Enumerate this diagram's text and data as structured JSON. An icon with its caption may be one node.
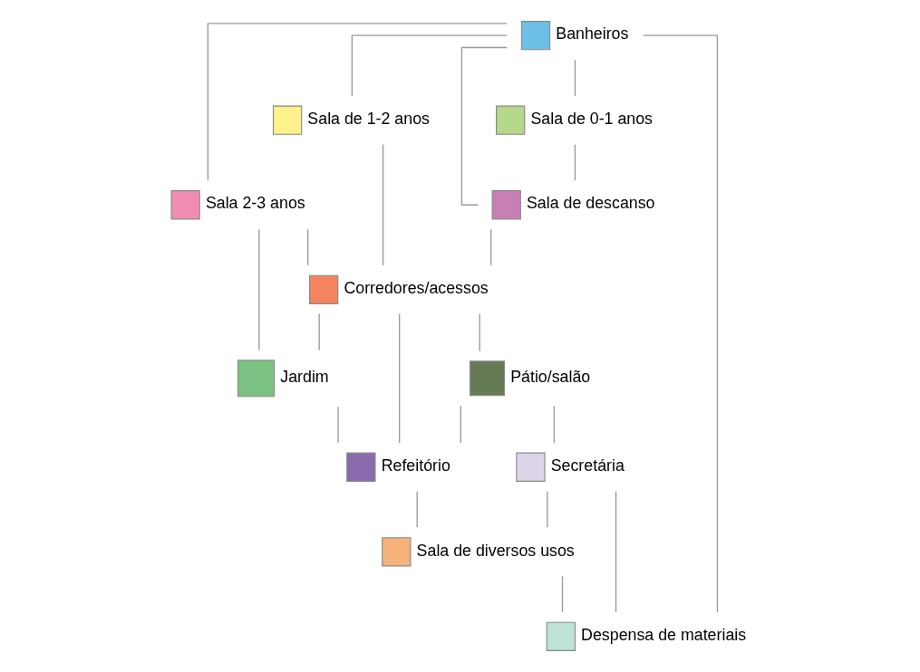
{
  "diagram": {
    "nodes": [
      {
        "text": [
          "Banheiros"
        ]
      },
      {
        "text": [
          "Sala 2-3 anos"
        ]
      },
      {
        "text": [
          "Sala de 1-2 anos"
        ]
      },
      {
        "text": [
          "Sala de 0-1 anos"
        ]
      },
      {
        "text": [
          "Sala de descanso"
        ]
      },
      {
        "text": [
          "Corredores/acessos"
        ]
      },
      {
        "text": [
          "Jardim"
        ]
      },
      {
        "text": [
          "Pátio/salão"
        ]
      },
      {
        "text": [
          "Refeitório"
        ]
      },
      {
        "text": [
          "Secretária"
        ]
      },
      {
        "text": [
          "Sala de diversos usos"
        ]
      },
      {
        "text": [
          "Despensa de materiais"
        ]
      }
    ],
    "edges": [
      {
        "from": 0,
        "to": 1,
        "arrow": "none"
      },
      {
        "from": 0,
        "to": 11,
        "arrow": "none"
      },
      {
        "from": 0,
        "to": 4,
        "arrow": "none"
      },
      {
        "from": 0,
        "to": 3,
        "arrow": "none"
      },
      {
        "from": 0,
        "to": 2,
        "arrow": "none"
      },
      {
        "from": 2,
        "to": 5,
        "arrow": "none"
      },
      {
        "from": 3,
        "to": 4,
        "arrow": "none"
      },
      {
        "from": 1,
        "to": 5,
        "arrow": "none"
      },
      {
        "from": 4,
        "to": 5,
        "arrow": "none"
      },
      {
        "from": 1,
        "to": 6,
        "arrow": "none"
      },
      {
        "from": 5,
        "to": 6,
        "arrow": "none"
      },
      {
        "from": 5,
        "to": 7,
        "arrow": "none"
      },
      {
        "from": 5,
        "to": 8,
        "arrow": "none"
      },
      {
        "from": 7,
        "to": 8,
        "arrow": "none"
      },
      {
        "from": 7,
        "to": 9,
        "arrow": "none"
      },
      {
        "from": 6,
        "to": 8,
        "arrow": "none"
      },
      {
        "from": 8,
        "to": 10,
        "arrow": "none"
      },
      {
        "from": 9,
        "to": 11,
        "arrow": "none"
      },
      {
        "from": 9,
        "to": 10,
        "arrow": "none"
      },
      {
        "from": 10,
        "to": 11,
        "arrow": "none"
      }
    ]
  }
}
